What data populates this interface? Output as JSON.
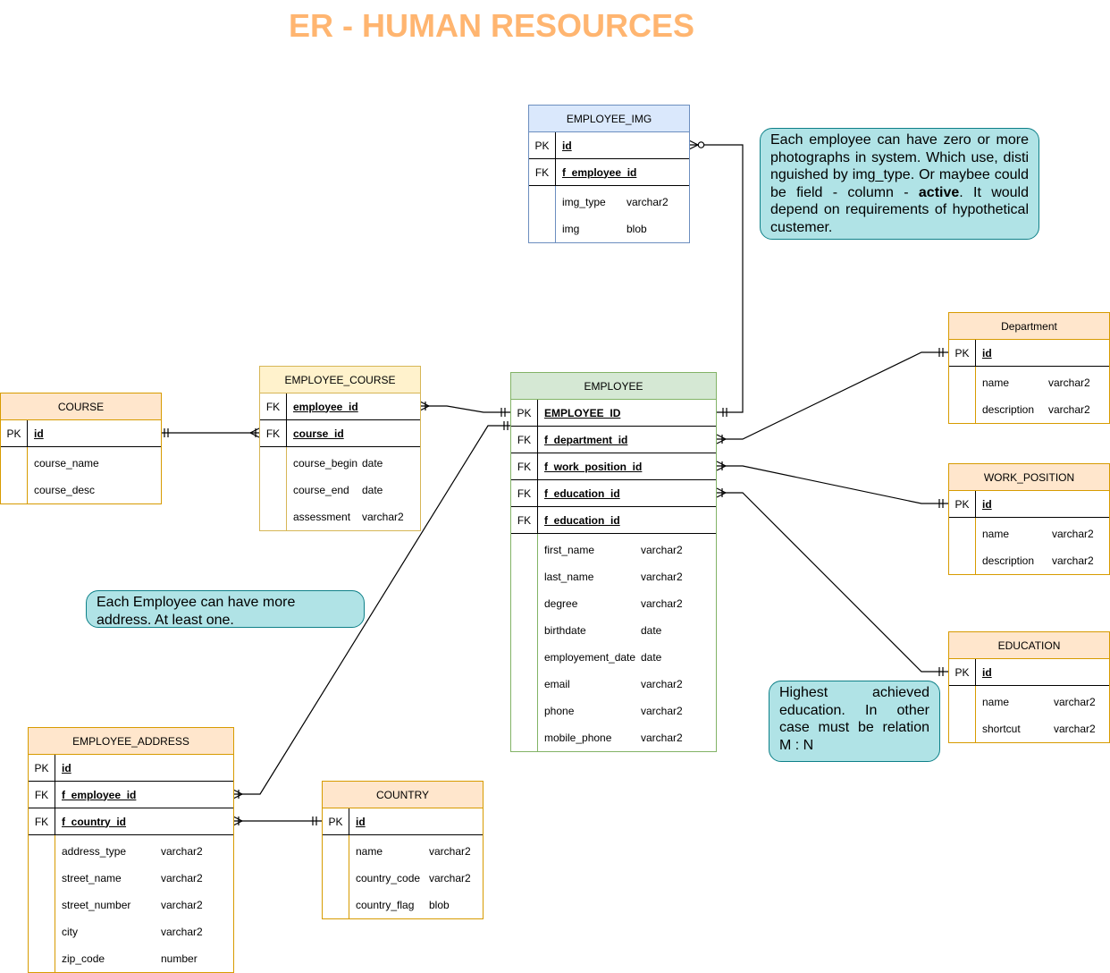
{
  "title": "ER - HUMAN RESOURCES",
  "colors": {
    "title": "#ffb570",
    "orange_fill": "#ffe6cc",
    "orange_stroke": "#d79b00",
    "yellow_fill": "#fff2cc",
    "yellow_stroke": "#d6b656",
    "blue_fill": "#dae8fc",
    "blue_stroke": "#6c8ebf",
    "green_fill": "#d5e8d4",
    "green_stroke": "#82b366",
    "note_fill": "#b0e3e6",
    "note_stroke": "#0e8088"
  },
  "entities": {
    "employee_img": {
      "name": "EMPLOYEE_IMG",
      "keys": [
        {
          "type": "PK",
          "field": "id"
        },
        {
          "type": "FK",
          "field": "f_employee_id"
        }
      ],
      "attributes": [
        {
          "name": "img_type",
          "type": "varchar2"
        },
        {
          "name": "img",
          "type": "blob"
        }
      ]
    },
    "course": {
      "name": "COURSE",
      "keys": [
        {
          "type": "PK",
          "field": "id"
        }
      ],
      "attributes": [
        {
          "name": "course_name",
          "type": ""
        },
        {
          "name": "course_desc",
          "type": ""
        }
      ]
    },
    "employee_course": {
      "name": "EMPLOYEE_COURSE",
      "keys": [
        {
          "type": "FK",
          "field": "employee_id"
        },
        {
          "type": "FK",
          "field": "course_id"
        }
      ],
      "attributes": [
        {
          "name": "course_begin",
          "type": "date"
        },
        {
          "name": "course_end",
          "type": "date"
        },
        {
          "name": "assessment",
          "type": "varchar2"
        }
      ]
    },
    "employee": {
      "name": "EMPLOYEE",
      "keys": [
        {
          "type": "PK",
          "field": "EMPLOYEE_ID"
        },
        {
          "type": "FK",
          "field": "f_department_id"
        },
        {
          "type": "FK",
          "field": "f_work_position_id"
        },
        {
          "type": "FK",
          "field": "f_education_id"
        },
        {
          "type": "FK",
          "field": "f_education_id"
        }
      ],
      "attributes": [
        {
          "name": "first_name",
          "type": "varchar2"
        },
        {
          "name": "last_name",
          "type": "varchar2"
        },
        {
          "name": "degree",
          "type": "varchar2"
        },
        {
          "name": "birthdate",
          "type": "date"
        },
        {
          "name": "employement_date",
          "type": "date"
        },
        {
          "name": "email",
          "type": "varchar2"
        },
        {
          "name": "phone",
          "type": "varchar2"
        },
        {
          "name": "mobile_phone",
          "type": "varchar2"
        }
      ]
    },
    "department": {
      "name": "Department",
      "keys": [
        {
          "type": "PK",
          "field": "id"
        }
      ],
      "attributes": [
        {
          "name": "name",
          "type": "varchar2"
        },
        {
          "name": "description",
          "type": "varchar2"
        }
      ]
    },
    "work_position": {
      "name": "WORK_POSITION",
      "keys": [
        {
          "type": "PK",
          "field": "id"
        }
      ],
      "attributes": [
        {
          "name": "name",
          "type": "varchar2"
        },
        {
          "name": "description",
          "type": "varchar2"
        }
      ]
    },
    "education": {
      "name": "EDUCATION",
      "keys": [
        {
          "type": "PK",
          "field": "id"
        }
      ],
      "attributes": [
        {
          "name": "name",
          "type": "varchar2"
        },
        {
          "name": "shortcut",
          "type": "varchar2"
        }
      ]
    },
    "employee_address": {
      "name": "EMPLOYEE_ADDRESS",
      "keys": [
        {
          "type": "PK",
          "field": "id"
        },
        {
          "type": "FK",
          "field": "f_employee_id"
        },
        {
          "type": "FK",
          "field": "f_country_id"
        }
      ],
      "attributes": [
        {
          "name": "address_type",
          "type": "varchar2"
        },
        {
          "name": "street_name",
          "type": "varchar2"
        },
        {
          "name": "street_number",
          "type": "varchar2"
        },
        {
          "name": "city",
          "type": "varchar2"
        },
        {
          "name": "zip_code",
          "type": "number"
        }
      ]
    },
    "country": {
      "name": "COUNTRY",
      "keys": [
        {
          "type": "PK",
          "field": "id"
        }
      ],
      "attributes": [
        {
          "name": "name",
          "type": "varchar2"
        },
        {
          "name": "country_code",
          "type": "varchar2"
        },
        {
          "name": "country_flag",
          "type": "blob"
        }
      ]
    }
  },
  "notes": {
    "img_note": {
      "before": "Each employee can have zero or more photographs in system. Which use, disti nguished by img_type. Or maybee could be field - column - ",
      "bold": "active",
      "after": ". It would depend on requirements of hypothetical custemer."
    },
    "address_note": "Each Employee can have more address. At least one.",
    "education_note": "Highest achieved education. In other case must be relation M : N"
  }
}
